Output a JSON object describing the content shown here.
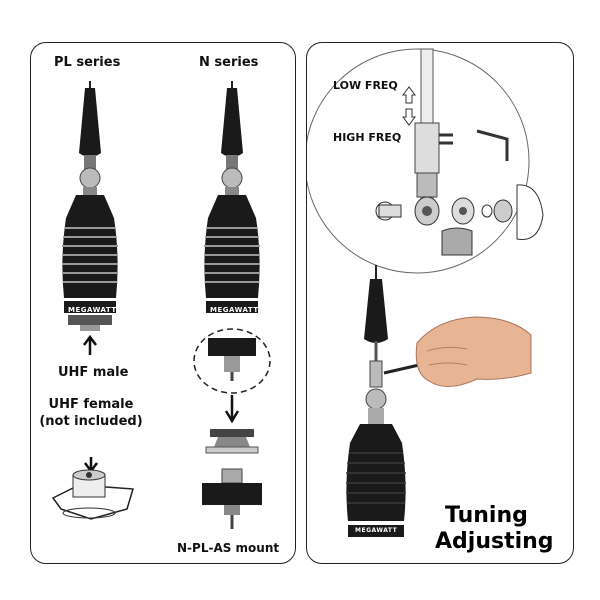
{
  "left_panel": {
    "pl_series_label": "PL series",
    "n_series_label": "N series",
    "brand_pl": "MEGAWATT",
    "brand_n": "MEGAWATT",
    "uhf_male_label": "UHF male",
    "uhf_female_label_line1": "UHF female",
    "uhf_female_label_line2": "(not included)",
    "mount_label": "N-PL-AS mount"
  },
  "right_panel": {
    "low_freq_label": "LOW FREQ",
    "high_freq_label": "HIGH FREQ",
    "title_line1": "Tuning",
    "title_line2": "Adjusting",
    "brand_bottom": "MEGAWATT"
  },
  "colors": {
    "outline": "#222222",
    "antenna_body": "#1a1a1a",
    "ribs": "#9a9a9a"
  }
}
